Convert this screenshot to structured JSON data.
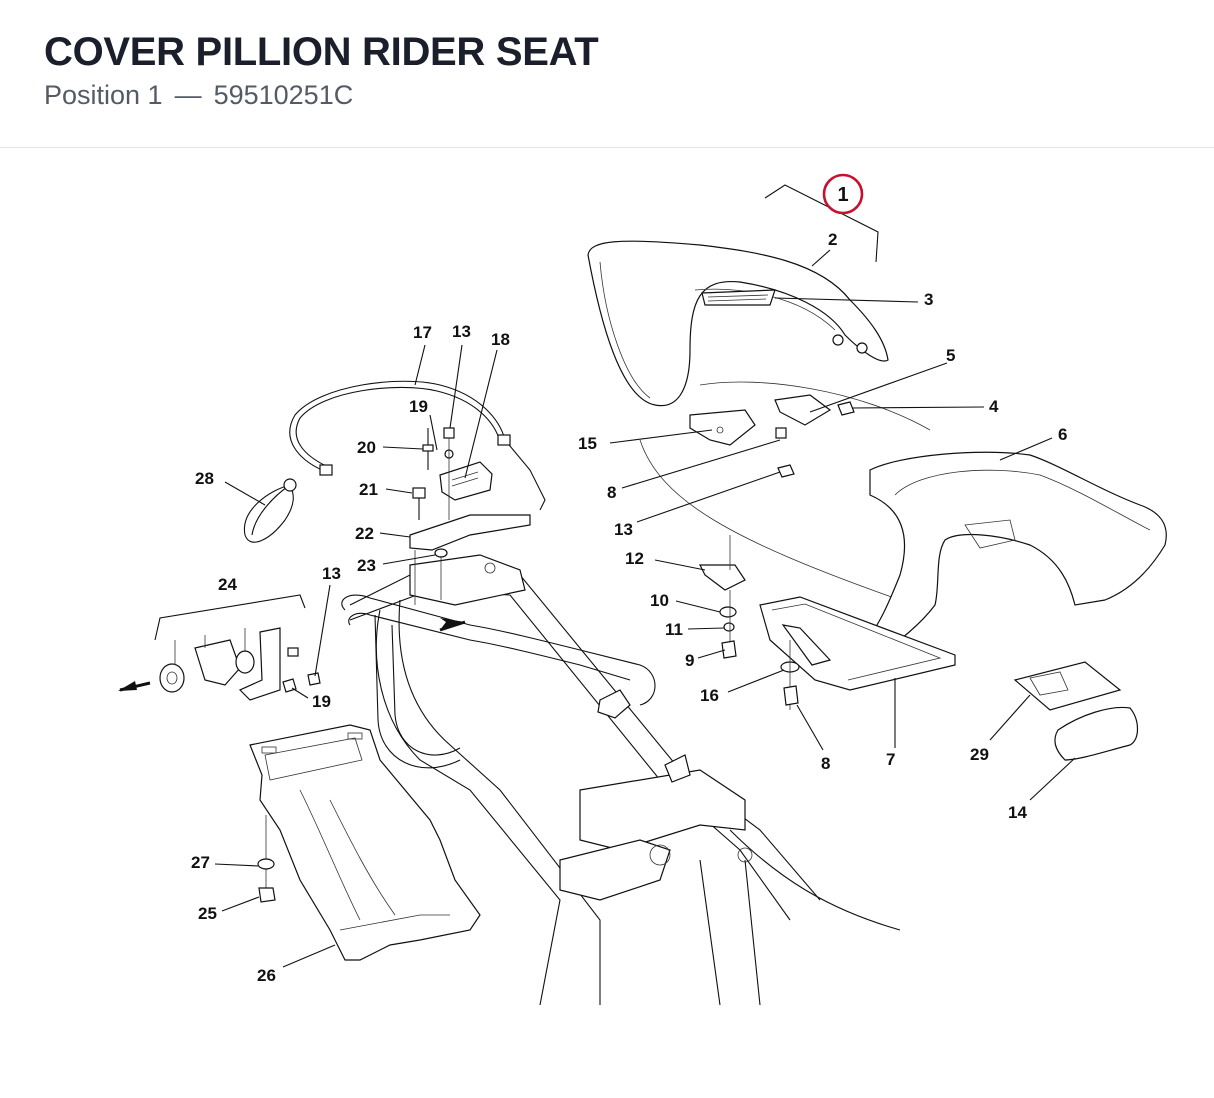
{
  "header": {
    "title": "COVER PILLION RIDER SEAT",
    "position_label": "Position 1",
    "separator": "—",
    "part_number": "59510251C"
  },
  "highlight": {
    "callout": "1",
    "color": "#c8102e"
  },
  "callouts": {
    "c2": "2",
    "c3": "3",
    "c4": "4",
    "c5": "5",
    "c6": "6",
    "c7": "7",
    "c8a": "8",
    "c8b": "8",
    "c9": "9",
    "c10": "10",
    "c11": "11",
    "c12": "12",
    "c13a": "13",
    "c13b": "13",
    "c13c": "13",
    "c14": "14",
    "c15": "15",
    "c16": "16",
    "c17": "17",
    "c18": "18",
    "c19a": "19",
    "c19b": "19",
    "c20": "20",
    "c21": "21",
    "c22": "22",
    "c23": "23",
    "c24": "24",
    "c25": "25",
    "c26": "26",
    "c27": "27",
    "c28": "28",
    "c29": "29"
  }
}
